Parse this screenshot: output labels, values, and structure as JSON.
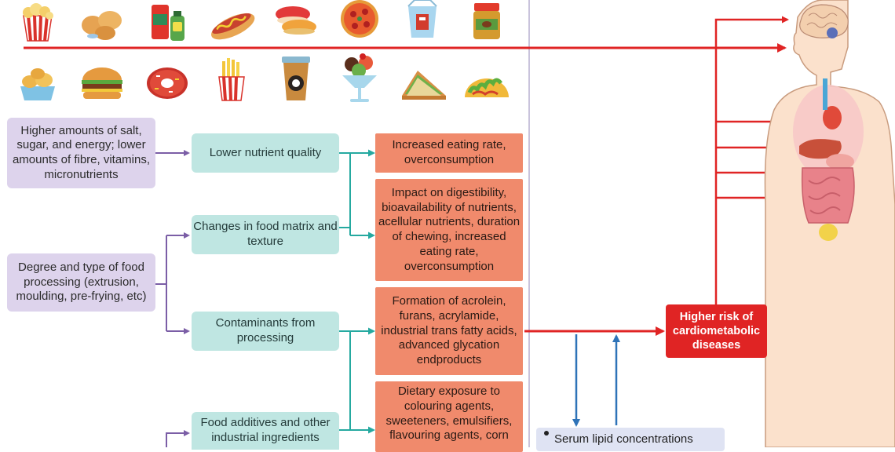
{
  "food_icons": {
    "row1": [
      "popcorn-icon",
      "chicken-nuggets-icon",
      "soda-and-sauce-icon",
      "hot-dog-icon",
      "macaron-icon",
      "pizza-icon",
      "takeaway-box-icon",
      "jam-jar-icon"
    ],
    "row2": [
      "fried-snacks-icon",
      "burger-icon",
      "doughnut-icon",
      "french-fries-icon",
      "coffee-cup-icon",
      "ice-cream-sundae-icon",
      "sandwich-icon",
      "taco-icon"
    ]
  },
  "causes": {
    "nutrient_profile": "Higher amounts of salt, sugar, and energy; lower amounts of fibre, vitamins, micronutrients",
    "processing": "Degree and type of food processing (extrusion, moulding, pre-frying, etc)"
  },
  "mechanisms": {
    "nutrient_quality": "Lower nutrient quality",
    "food_matrix": "Changes in food matrix and texture",
    "contaminants": "Contaminants from processing",
    "additives": "Food additives and other industrial ingredients"
  },
  "effects": {
    "eating_rate": "Increased eating rate, overconsumption",
    "digestibility": "Impact on digestibility, bioavailability of nutrients, acellular nutrients, duration of chewing, increased eating rate, overconsumption",
    "formation": "Formation of acrolein, furans, acrylamide, industrial trans fatty acids, advanced glycation endproducts",
    "dietary_exposure": "Dietary exposure to colouring agents, sweeteners, emulsifiers, flavouring agents, corn"
  },
  "outcome": {
    "risk": "Higher risk of cardiometabolic diseases"
  },
  "biomarkers": {
    "serum_lipids": "Serum lipid concentrations"
  },
  "colors": {
    "purple_box": "#ddd3ec",
    "purple_arrow": "#7b5ea6",
    "teal_box": "#bfe6e2",
    "teal_arrow": "#25a9a0",
    "orange_box": "#f08a6c",
    "red": "#e02424",
    "blue_arrow": "#2e73b8",
    "skin": "#fbe1cc"
  }
}
